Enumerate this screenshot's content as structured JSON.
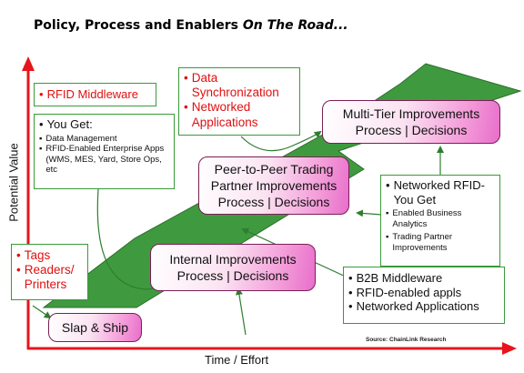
{
  "title": {
    "prefix": "Policy, Process and Enablers ",
    "emphasis": "On The Road..."
  },
  "axes": {
    "y_label": "Potential Value",
    "x_label": "Time / Effort"
  },
  "source": "Source: ChainLink Research",
  "callouts": {
    "rfid_middleware": "RFID Middleware",
    "you_get": {
      "heading": "You Get:",
      "items": [
        "Data Management",
        "RFID-Enabled Enterprise Apps (WMS, MES, Yard, Store Ops, etc"
      ]
    },
    "data_sync": [
      "Data Synchronization",
      "Networked Applications"
    ],
    "tags_readers": [
      "Tags",
      "Readers/ Printers"
    ],
    "networked_rfid": {
      "heading": "Networked RFID-You Get",
      "items": [
        "Enabled Business Analytics",
        "Trading Partner Improvements"
      ]
    },
    "b2b": [
      "B2B Middleware",
      "RFID-enabled appls",
      "Networked Applications"
    ]
  },
  "stages": {
    "slap_ship": "Slap & Ship",
    "internal": {
      "line1": "Internal Improvements",
      "line2": "Process | Decisions"
    },
    "peer": {
      "line1": "Peer-to-Peer Trading",
      "line2": "Partner Improvements",
      "line3": "Process | Decisions"
    },
    "multi_tier": {
      "line1": "Multi-Tier Improvements",
      "line2": "Process | Decisions"
    }
  },
  "colors": {
    "arrow_fill": "#3f9a3f",
    "axis": "#e8141b",
    "box_border": "#3a9a3a",
    "stage_pink": "#f39ad8"
  }
}
